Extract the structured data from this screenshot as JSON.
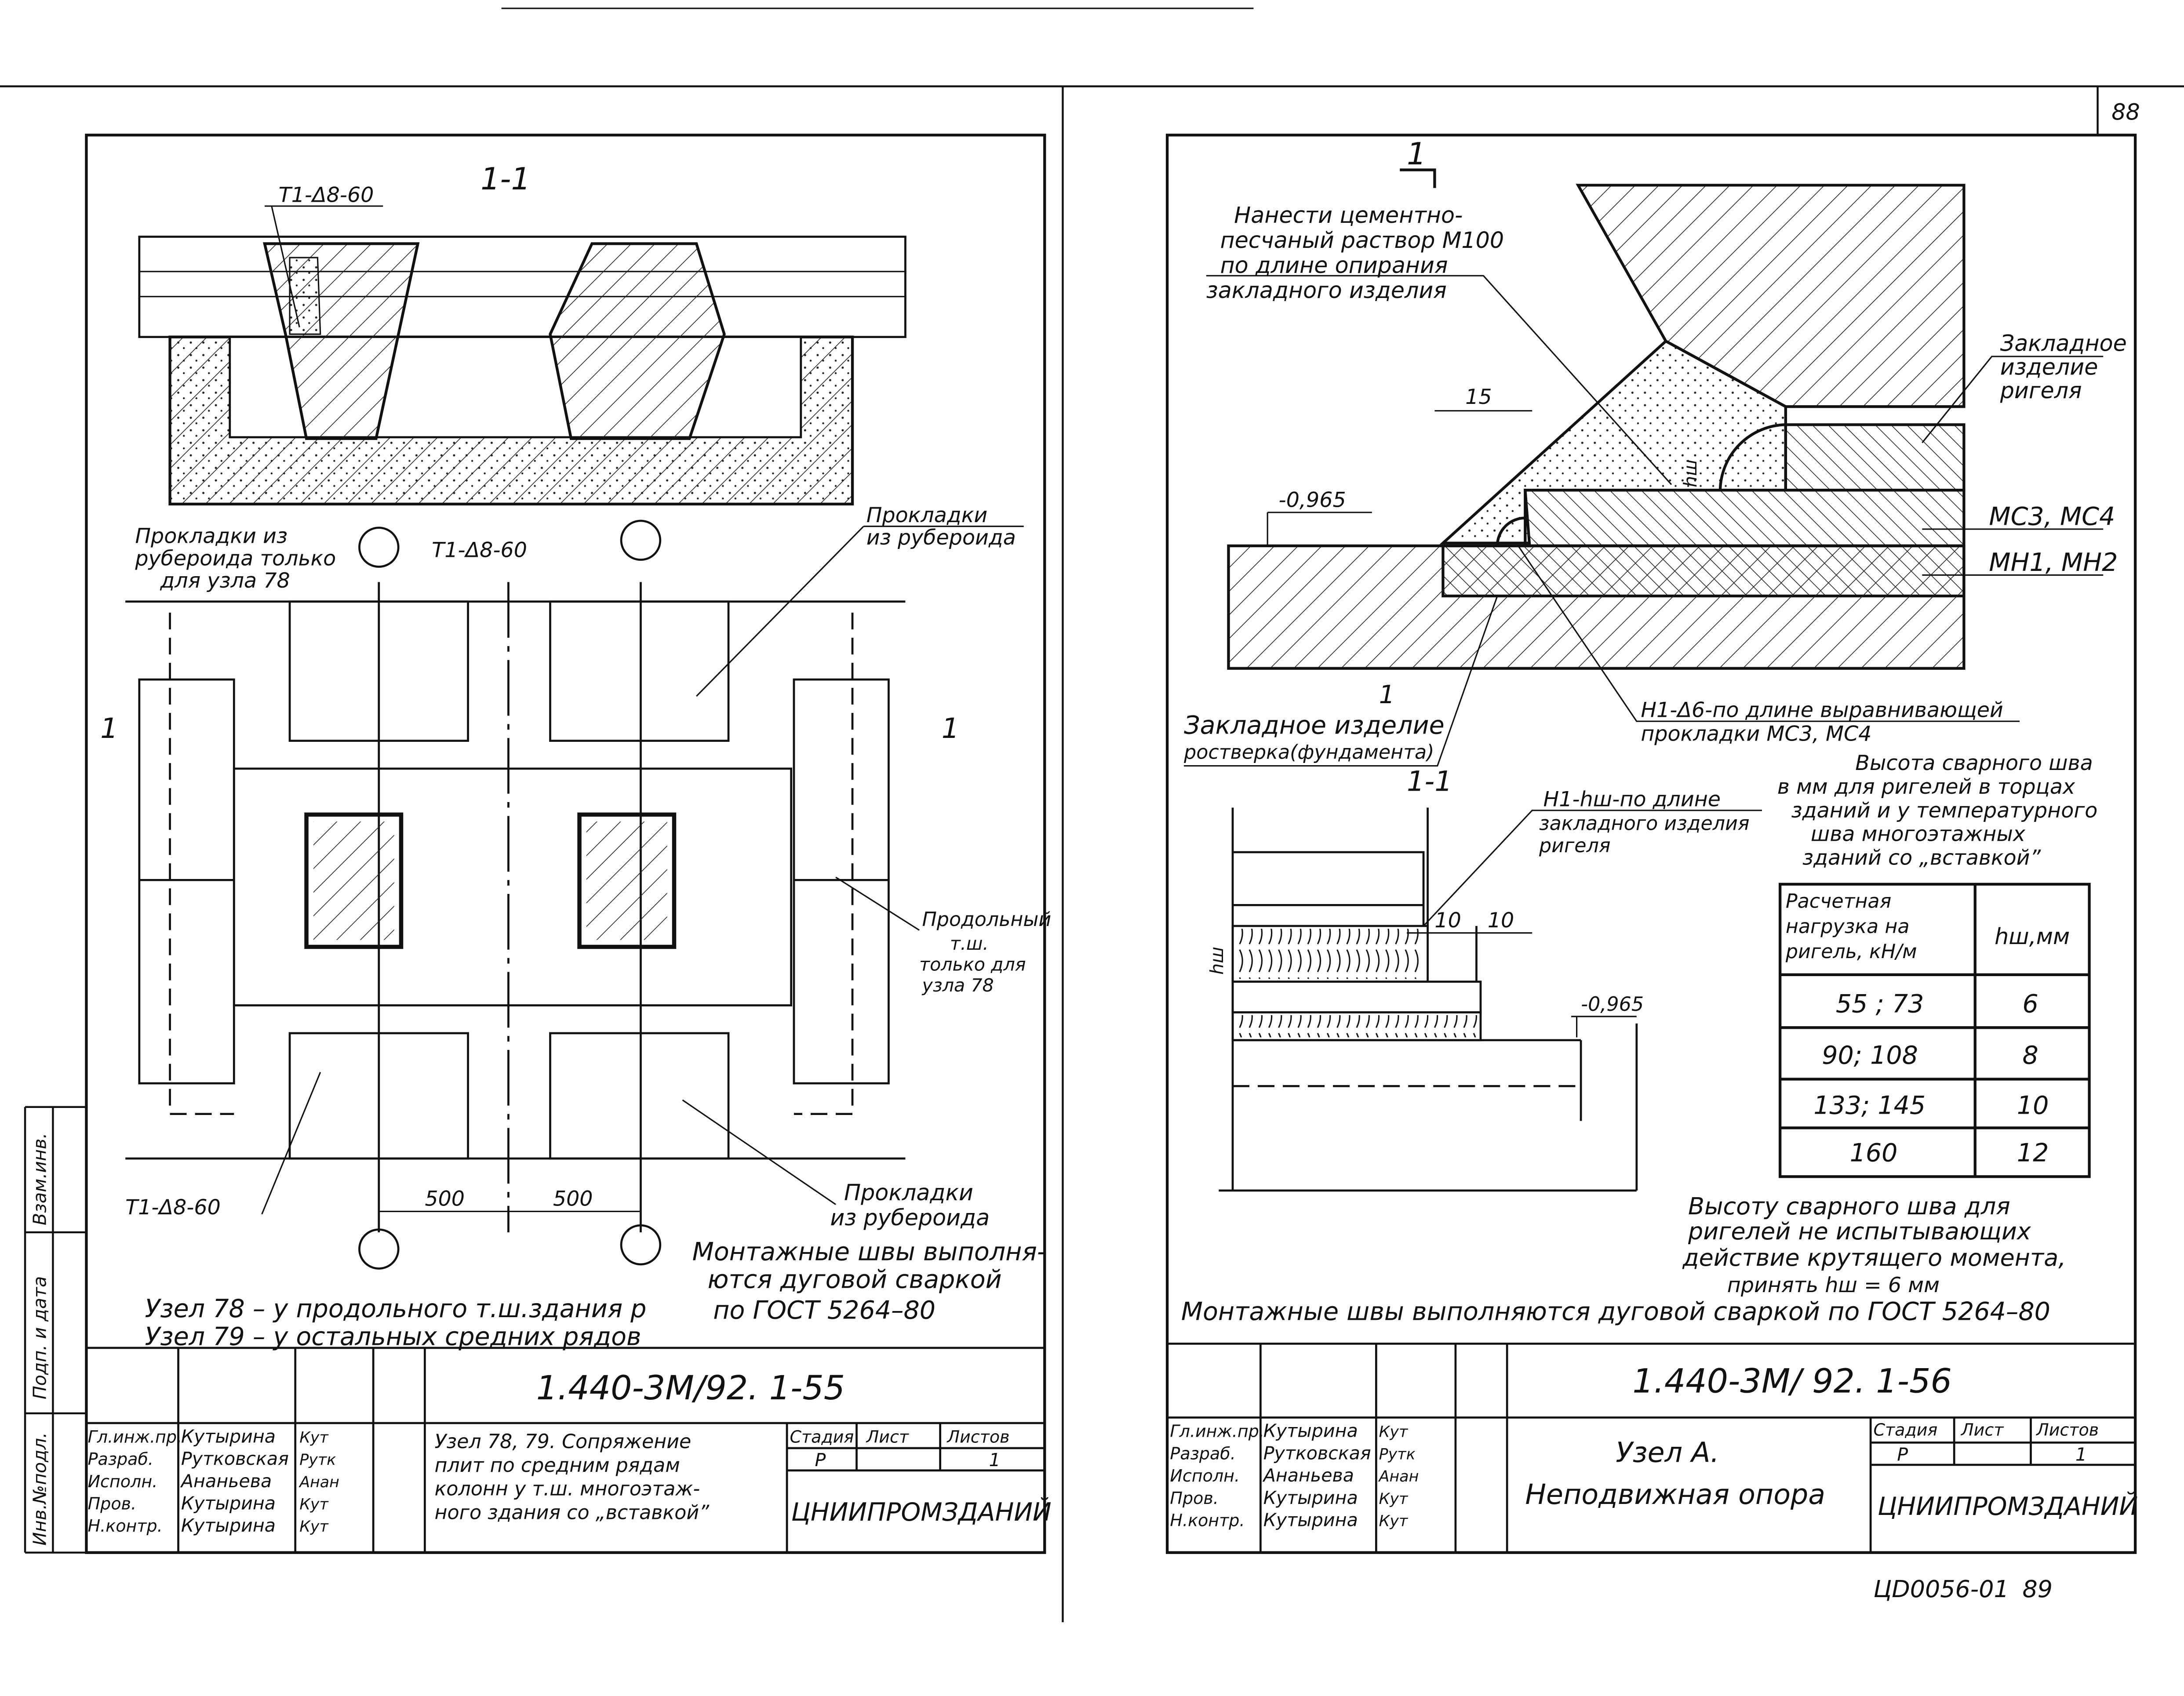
{
  "sheet_number_top": "88",
  "left_sheet": {
    "section_label": "1-1",
    "weld_callout_top": "Т1-Δ8-60",
    "weld_callout_mid": "Т1-Δ8-60",
    "weld_callout_bottom": "Т1-Δ8-60",
    "note_pads_node78": [
      "Прокладки из",
      "рубероида только",
      "для узла 78"
    ],
    "note_pads_right": [
      "Прокладки",
      "из рубероида"
    ],
    "note_joint_right": [
      "Продольный",
      "т.ш.",
      "только для",
      "узла 78"
    ],
    "note_pads_bottom": [
      "Прокладки",
      "из рубероида"
    ],
    "cut_mark_left": "1",
    "cut_mark_right": "1",
    "dims": [
      "500",
      "500"
    ],
    "legend_lines": [
      "Узел 78 – у продольного т.ш.здания р",
      "Узел 79 – у остальных средних рядов"
    ],
    "montage_note": [
      "Монтажные швы выполня-",
      "ются дуговой сваркой",
      "по ГОСТ 5264–80"
    ],
    "side_stamp": [
      "Инв.№подл.",
      "Подп. и дата",
      "Взам.инв."
    ],
    "title_block": {
      "code": "1.440-3М/92. 1-55",
      "roles": [
        "Гл.инж.пр.",
        "Разраб.",
        "Исполн.",
        "Пров.",
        "Н.контр."
      ],
      "names": [
        "Кутырина",
        "Рутковская",
        "Ананьева",
        "Кутырина",
        "Кутырина"
      ],
      "signatures": [
        "Кут",
        "Рутк",
        "Анан",
        "Кут",
        "Кут"
      ],
      "title": [
        "Узел 78, 79. Сопряжение",
        "плит по средним рядам",
        "колонн у т.ш. многоэтаж-",
        "ного здания со „вставкой”"
      ],
      "stage_label": "Стадия",
      "sheet_label": "Лист",
      "sheets_label": "Листов",
      "stage": "Р",
      "sheets": "1",
      "org": "ЦНИИПРОМЗДАНИЙ"
    }
  },
  "right_sheet": {
    "view_mark": "1",
    "section_label": "1-1",
    "note_mortar": [
      "Нанести цементно-",
      "песчаный раствор М100",
      "по длине опирания",
      "закладного изделия"
    ],
    "note_embed_beam": [
      "Закладное",
      "изделие",
      "ригеля"
    ],
    "label_mc": "МС3, МС4",
    "label_mn": "МН1, МН2",
    "level_top": "-0,965",
    "level_bottom": "-0,965",
    "dim_15": "15",
    "dim_hw": "hш",
    "dims_10": [
      "10",
      "10"
    ],
    "note_embed_found": [
      "Закладное изделие",
      "ростверка(фундамента)"
    ],
    "cut_mark": "1",
    "weld_note_1": [
      "Н1-Δ6-по длине выравнивающей",
      "прокладки МС3, МС4"
    ],
    "weld_note_2": [
      "Н1-hш-по длине",
      "закладного изделия",
      "ригеля"
    ],
    "weld_height_note": [
      "Высота сварного шва",
      "в мм для ригелей в торцах",
      "зданий и у температурного",
      "шва многоэтажных",
      "зданий со „вставкой”"
    ],
    "table": {
      "headers": [
        "Расчетная нагрузка на ригель, кН/м",
        "hш,мм"
      ],
      "rows": [
        [
          "55 ; 73",
          "6"
        ],
        [
          "90; 108",
          "8"
        ],
        [
          "133; 145",
          "10"
        ],
        [
          "160",
          "12"
        ]
      ]
    },
    "weld_note_3": [
      "Высоту сварного шва для",
      "ригелей не испытывающих",
      "действие крутящего момента,",
      "принять hш = 6 мм"
    ],
    "montage_note": "Монтажные швы выполняются дуговой сваркой по ГОСТ 5264–80",
    "title_block": {
      "code": "1.440-3М/ 92. 1-56",
      "roles": [
        "Гл.инж.пр.",
        "Разраб.",
        "Исполн.",
        "Пров.",
        "Н.контр."
      ],
      "names": [
        "Кутырина",
        "Рутковская",
        "Ананьева",
        "Кутырина",
        "Кутырина"
      ],
      "signatures": [
        "Кут",
        "Рутк",
        "Анан",
        "Кут",
        "Кут"
      ],
      "title": [
        "Узел А.",
        "Неподвижная опора"
      ],
      "stage_label": "Стадия",
      "sheet_label": "Лист",
      "sheets_label": "Листов",
      "stage": "Р",
      "sheets": "1",
      "org": "ЦНИИПРОМЗДАНИЙ"
    }
  },
  "footer_code": "ЦD0056-01",
  "footer_page": "89"
}
